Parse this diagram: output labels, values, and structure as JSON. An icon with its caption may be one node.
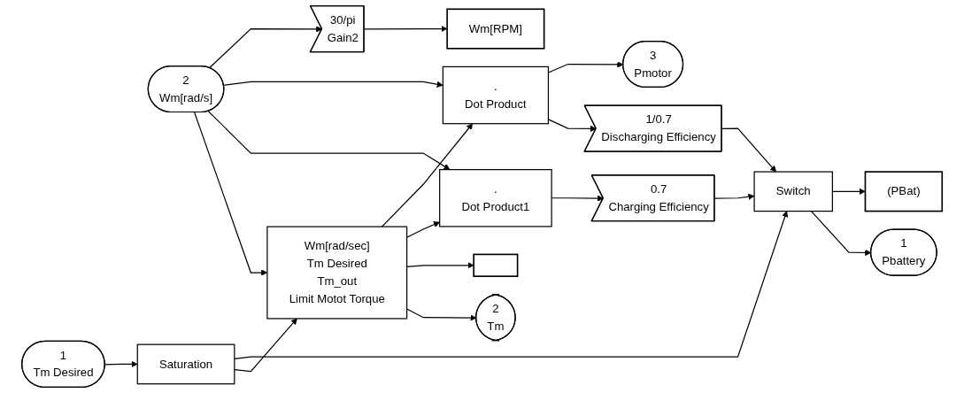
{
  "diagram": {
    "nodes": [
      {
        "text": [
          "30/pi",
          "Gain2"
        ]
      },
      {
        "text": [
          "Wm[RPM]"
        ]
      },
      {
        "text": [
          "3",
          "Pmotor"
        ]
      },
      {
        "text": [
          "1/0.7",
          "Discharging Efficiency"
        ]
      },
      {
        "text": [
          "(PBat)"
        ]
      },
      {
        "text": [
          "2",
          "Wm[rad/s]"
        ]
      },
      {
        "text": [
          ".",
          "Dot Product"
        ]
      },
      {
        "text": [
          "Switch"
        ]
      },
      {
        "text": [
          "1",
          "Pbattery"
        ]
      },
      {
        "text": [
          ".",
          "Dot Product1"
        ]
      },
      {
        "text": [
          "0.7",
          "Charging Efficiency"
        ]
      },
      {
        "text": [
          "Wm[rad/sec]",
          "Tm Desired",
          "Tm_out",
          "Limit Motot Torque"
        ]
      },
      {
        "text": [
          "1",
          "Tm Desired"
        ]
      },
      {
        "text": [
          "Saturation"
        ]
      },
      {
        "text": [
          "2",
          "Tm"
        ]
      },
      {
        "text": [],
        "shape": "box"
      }
    ],
    "edges": [
      {
        "from": 5,
        "to": 0,
        "arrow": "to"
      },
      {
        "from": 0,
        "to": 1,
        "arrow": "to"
      },
      {
        "from": 5,
        "to": 6,
        "arrow": "to"
      },
      {
        "from": 5,
        "to": 9,
        "arrow": "to"
      },
      {
        "from": 5,
        "to": 11,
        "arrow": "to"
      },
      {
        "from": 6,
        "to": 2,
        "arrow": "to"
      },
      {
        "from": 6,
        "to": 3,
        "arrow": "to"
      },
      {
        "from": 3,
        "to": 7,
        "arrow": "to"
      },
      {
        "from": 13,
        "to": 7,
        "arrow": "to"
      },
      {
        "from": 10,
        "to": 7,
        "arrow": "to"
      },
      {
        "from": 7,
        "to": 4,
        "arrow": "to"
      },
      {
        "from": 7,
        "to": 8,
        "arrow": "to"
      },
      {
        "from": 9,
        "to": 10,
        "arrow": "to"
      },
      {
        "from": 11,
        "to": 6,
        "arrow": "to"
      },
      {
        "from": 11,
        "to": 9,
        "arrow": "to"
      },
      {
        "from": 11,
        "to": 15,
        "arrow": "to"
      },
      {
        "from": 11,
        "to": 14,
        "arrow": "to"
      },
      {
        "from": 12,
        "to": 13,
        "arrow": "to"
      },
      {
        "from": 13,
        "to": 11,
        "arrow": "to"
      }
    ]
  }
}
